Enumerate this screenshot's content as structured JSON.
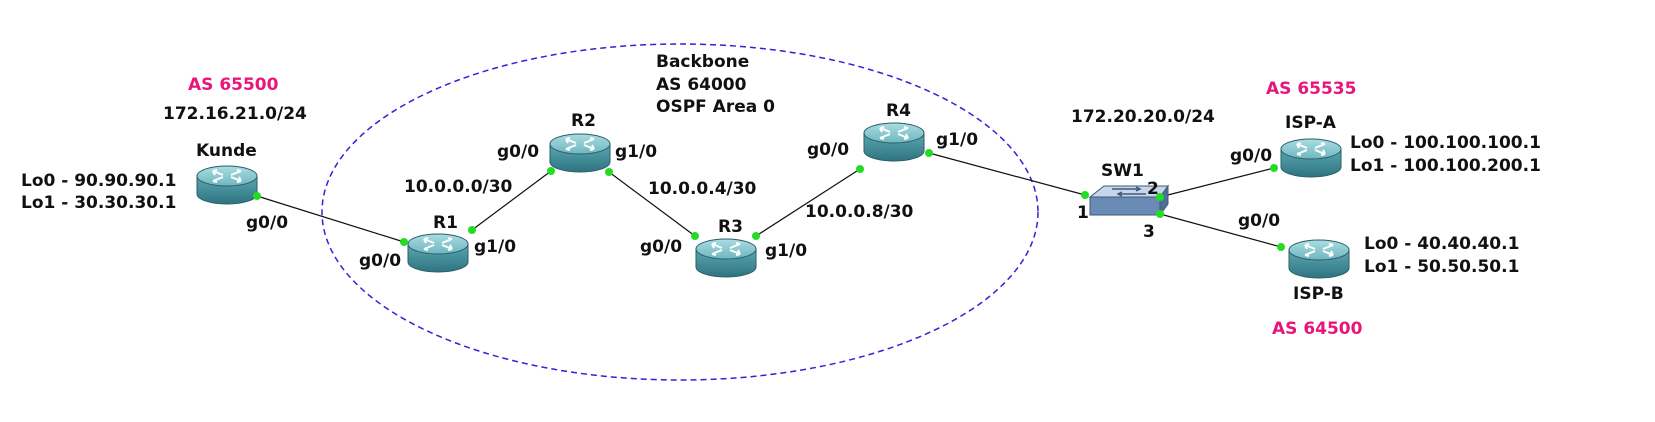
{
  "colors": {
    "as_label": "#e8167b",
    "link": "#111111",
    "port_dot": "#22dd22",
    "backbone_ellipse": "#3a1fd6",
    "router_body": "#3f8f99",
    "router_top": "#7fc4cc"
  },
  "backbone": {
    "title": "Backbone",
    "as": "AS 64000",
    "ospf": "OSPF Area 0"
  },
  "customer": {
    "as": "AS 65500",
    "subnet": "172.16.21.0/24",
    "name": "Kunde",
    "lo0": "Lo0 - 90.90.90.1",
    "lo1": "Lo1 - 30.30.30.1",
    "port": "g0/0"
  },
  "routers": {
    "r1": {
      "name": "R1",
      "port_a": "g0/0",
      "port_b": "g1/0"
    },
    "r2": {
      "name": "R2",
      "port_a": "g0/0",
      "port_b": "g1/0"
    },
    "r3": {
      "name": "R3",
      "port_a": "g0/0",
      "port_b": "g1/0"
    },
    "r4": {
      "name": "R4",
      "port_a": "g0/0",
      "port_b": "g1/0"
    }
  },
  "links": {
    "r1_r2": "10.0.0.0/30",
    "r2_r3": "10.0.0.4/30",
    "r3_r4": "10.0.0.8/30"
  },
  "switch": {
    "name": "SW1",
    "subnet": "172.20.20.0/24",
    "port1": "1",
    "port2": "2",
    "port3": "3"
  },
  "isp_a": {
    "as": "AS 65535",
    "name": "ISP-A",
    "port": "g0/0",
    "lo0": "Lo0 - 100.100.100.1",
    "lo1": "Lo1 - 100.100.200.1"
  },
  "isp_b": {
    "as": "AS 64500",
    "name": "ISP-B",
    "port": "g0/0",
    "lo0": "Lo0 - 40.40.40.1",
    "lo1": "Lo1 - 50.50.50.1"
  }
}
